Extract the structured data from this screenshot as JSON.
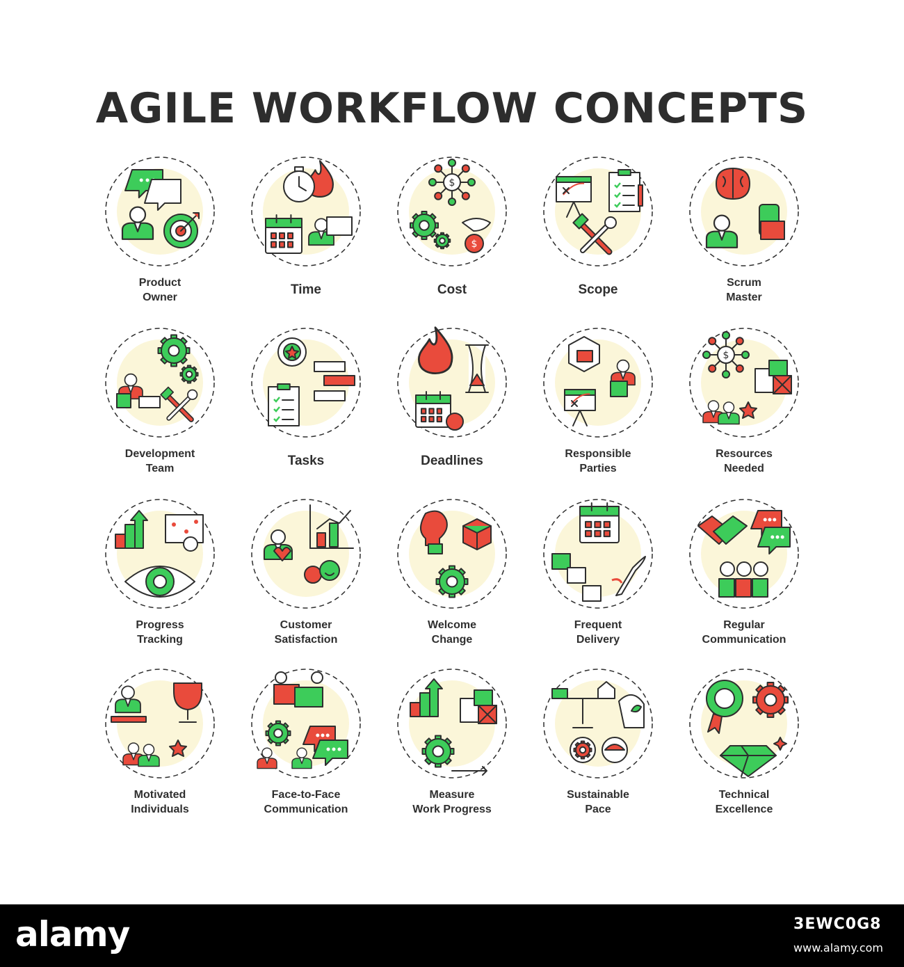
{
  "title": "AGILE WORKFLOW CONCEPTS",
  "colors": {
    "green": "#3dcc5a",
    "red": "#e94b3c",
    "outline": "#2e2e2e",
    "blob": "#fbf6d9"
  },
  "items": [
    {
      "label1": "Product",
      "label2": "Owner",
      "icon": "product-owner-icon"
    },
    {
      "label1": "Time",
      "label2": "",
      "icon": "time-icon"
    },
    {
      "label1": "Cost",
      "label2": "",
      "icon": "cost-icon"
    },
    {
      "label1": "Scope",
      "label2": "",
      "icon": "scope-icon"
    },
    {
      "label1": "Scrum",
      "label2": "Master",
      "icon": "scrum-master-icon"
    },
    {
      "label1": "Development",
      "label2": "Team",
      "icon": "development-team-icon"
    },
    {
      "label1": "Tasks",
      "label2": "",
      "icon": "tasks-icon"
    },
    {
      "label1": "Deadlines",
      "label2": "",
      "icon": "deadlines-icon"
    },
    {
      "label1": "Responsible",
      "label2": "Parties",
      "icon": "responsible-parties-icon"
    },
    {
      "label1": "Resources",
      "label2": "Needed",
      "icon": "resources-needed-icon"
    },
    {
      "label1": "Progress",
      "label2": "Tracking",
      "icon": "progress-tracking-icon"
    },
    {
      "label1": "Customer",
      "label2": "Satisfaction",
      "icon": "customer-satisfaction-icon"
    },
    {
      "label1": "Welcome",
      "label2": "Change",
      "icon": "welcome-change-icon"
    },
    {
      "label1": "Frequent",
      "label2": "Delivery",
      "icon": "frequent-delivery-icon"
    },
    {
      "label1": "Regular",
      "label2": "Communication",
      "icon": "regular-communication-icon"
    },
    {
      "label1": "Motivated",
      "label2": "Individuals",
      "icon": "motivated-individuals-icon"
    },
    {
      "label1": "Face-to-Face",
      "label2": "Communication",
      "icon": "face-to-face-communication-icon"
    },
    {
      "label1": "Measure",
      "label2": "Work Progress",
      "icon": "measure-work-progress-icon"
    },
    {
      "label1": "Sustainable",
      "label2": "Pace",
      "icon": "sustainable-pace-icon"
    },
    {
      "label1": "Technical",
      "label2": "Excellence",
      "icon": "technical-excellence-icon"
    }
  ],
  "footer": {
    "brand": "alamy",
    "image_id": "3EWC0G8",
    "url": "www.alamy.com"
  }
}
